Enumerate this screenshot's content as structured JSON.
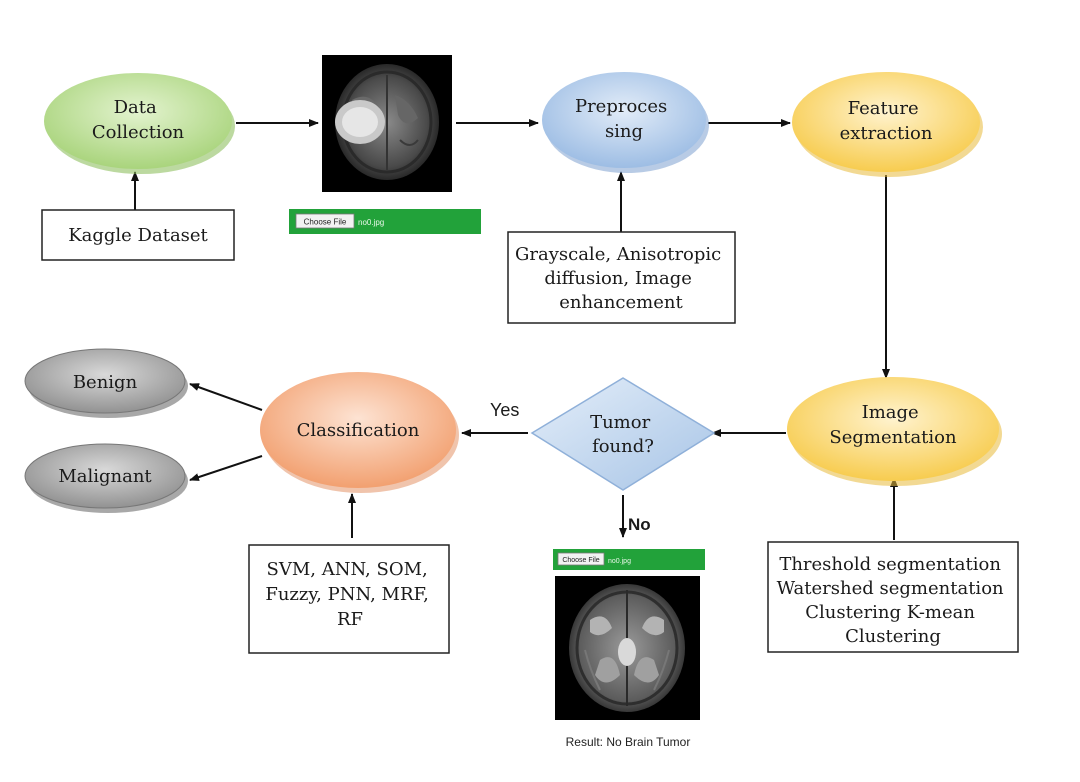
{
  "nodes": {
    "data_collection": [
      "Data",
      "Collection"
    ],
    "preprocessing": [
      "Preproces",
      "sing"
    ],
    "feature_extraction": [
      "Feature",
      "extraction"
    ],
    "image_segmentation": [
      "Image",
      "Segmentation"
    ],
    "tumor_found": [
      "Tumor",
      "found?"
    ],
    "classification": "Classification",
    "benign": "Benign",
    "malignant": "Malignant",
    "kaggle_dataset": "Kaggle Dataset",
    "preprocess_methods": [
      "Grayscale, Anisotropic",
      "diffusion, Image",
      "enhancement"
    ],
    "classifiers": [
      "SVM, ANN, SOM,",
      "Fuzzy, PNN, MRF,",
      "RF"
    ],
    "segmentation_methods": [
      "Threshold segmentation",
      "Watershed segmentation",
      "Clustering K-mean",
      "Clustering"
    ]
  },
  "edges": {
    "yes_label": "Yes",
    "no_label": "No"
  },
  "upload_top": {
    "button_label": "Choose File",
    "file_name": "no0.jpg"
  },
  "upload_bottom": {
    "button_label": "Choose File",
    "file_name": "no0.jpg"
  },
  "result_text": "Result: No Brain Tumor",
  "colors": {
    "green_fill": "#c9e5a8",
    "blue_fill": "#c6d8ee",
    "yellow_fill": "#fde49a",
    "orange_fill": "#f8c3a5",
    "gray_fill": "#a6a6a6",
    "upload_bar": "#22a23a"
  }
}
